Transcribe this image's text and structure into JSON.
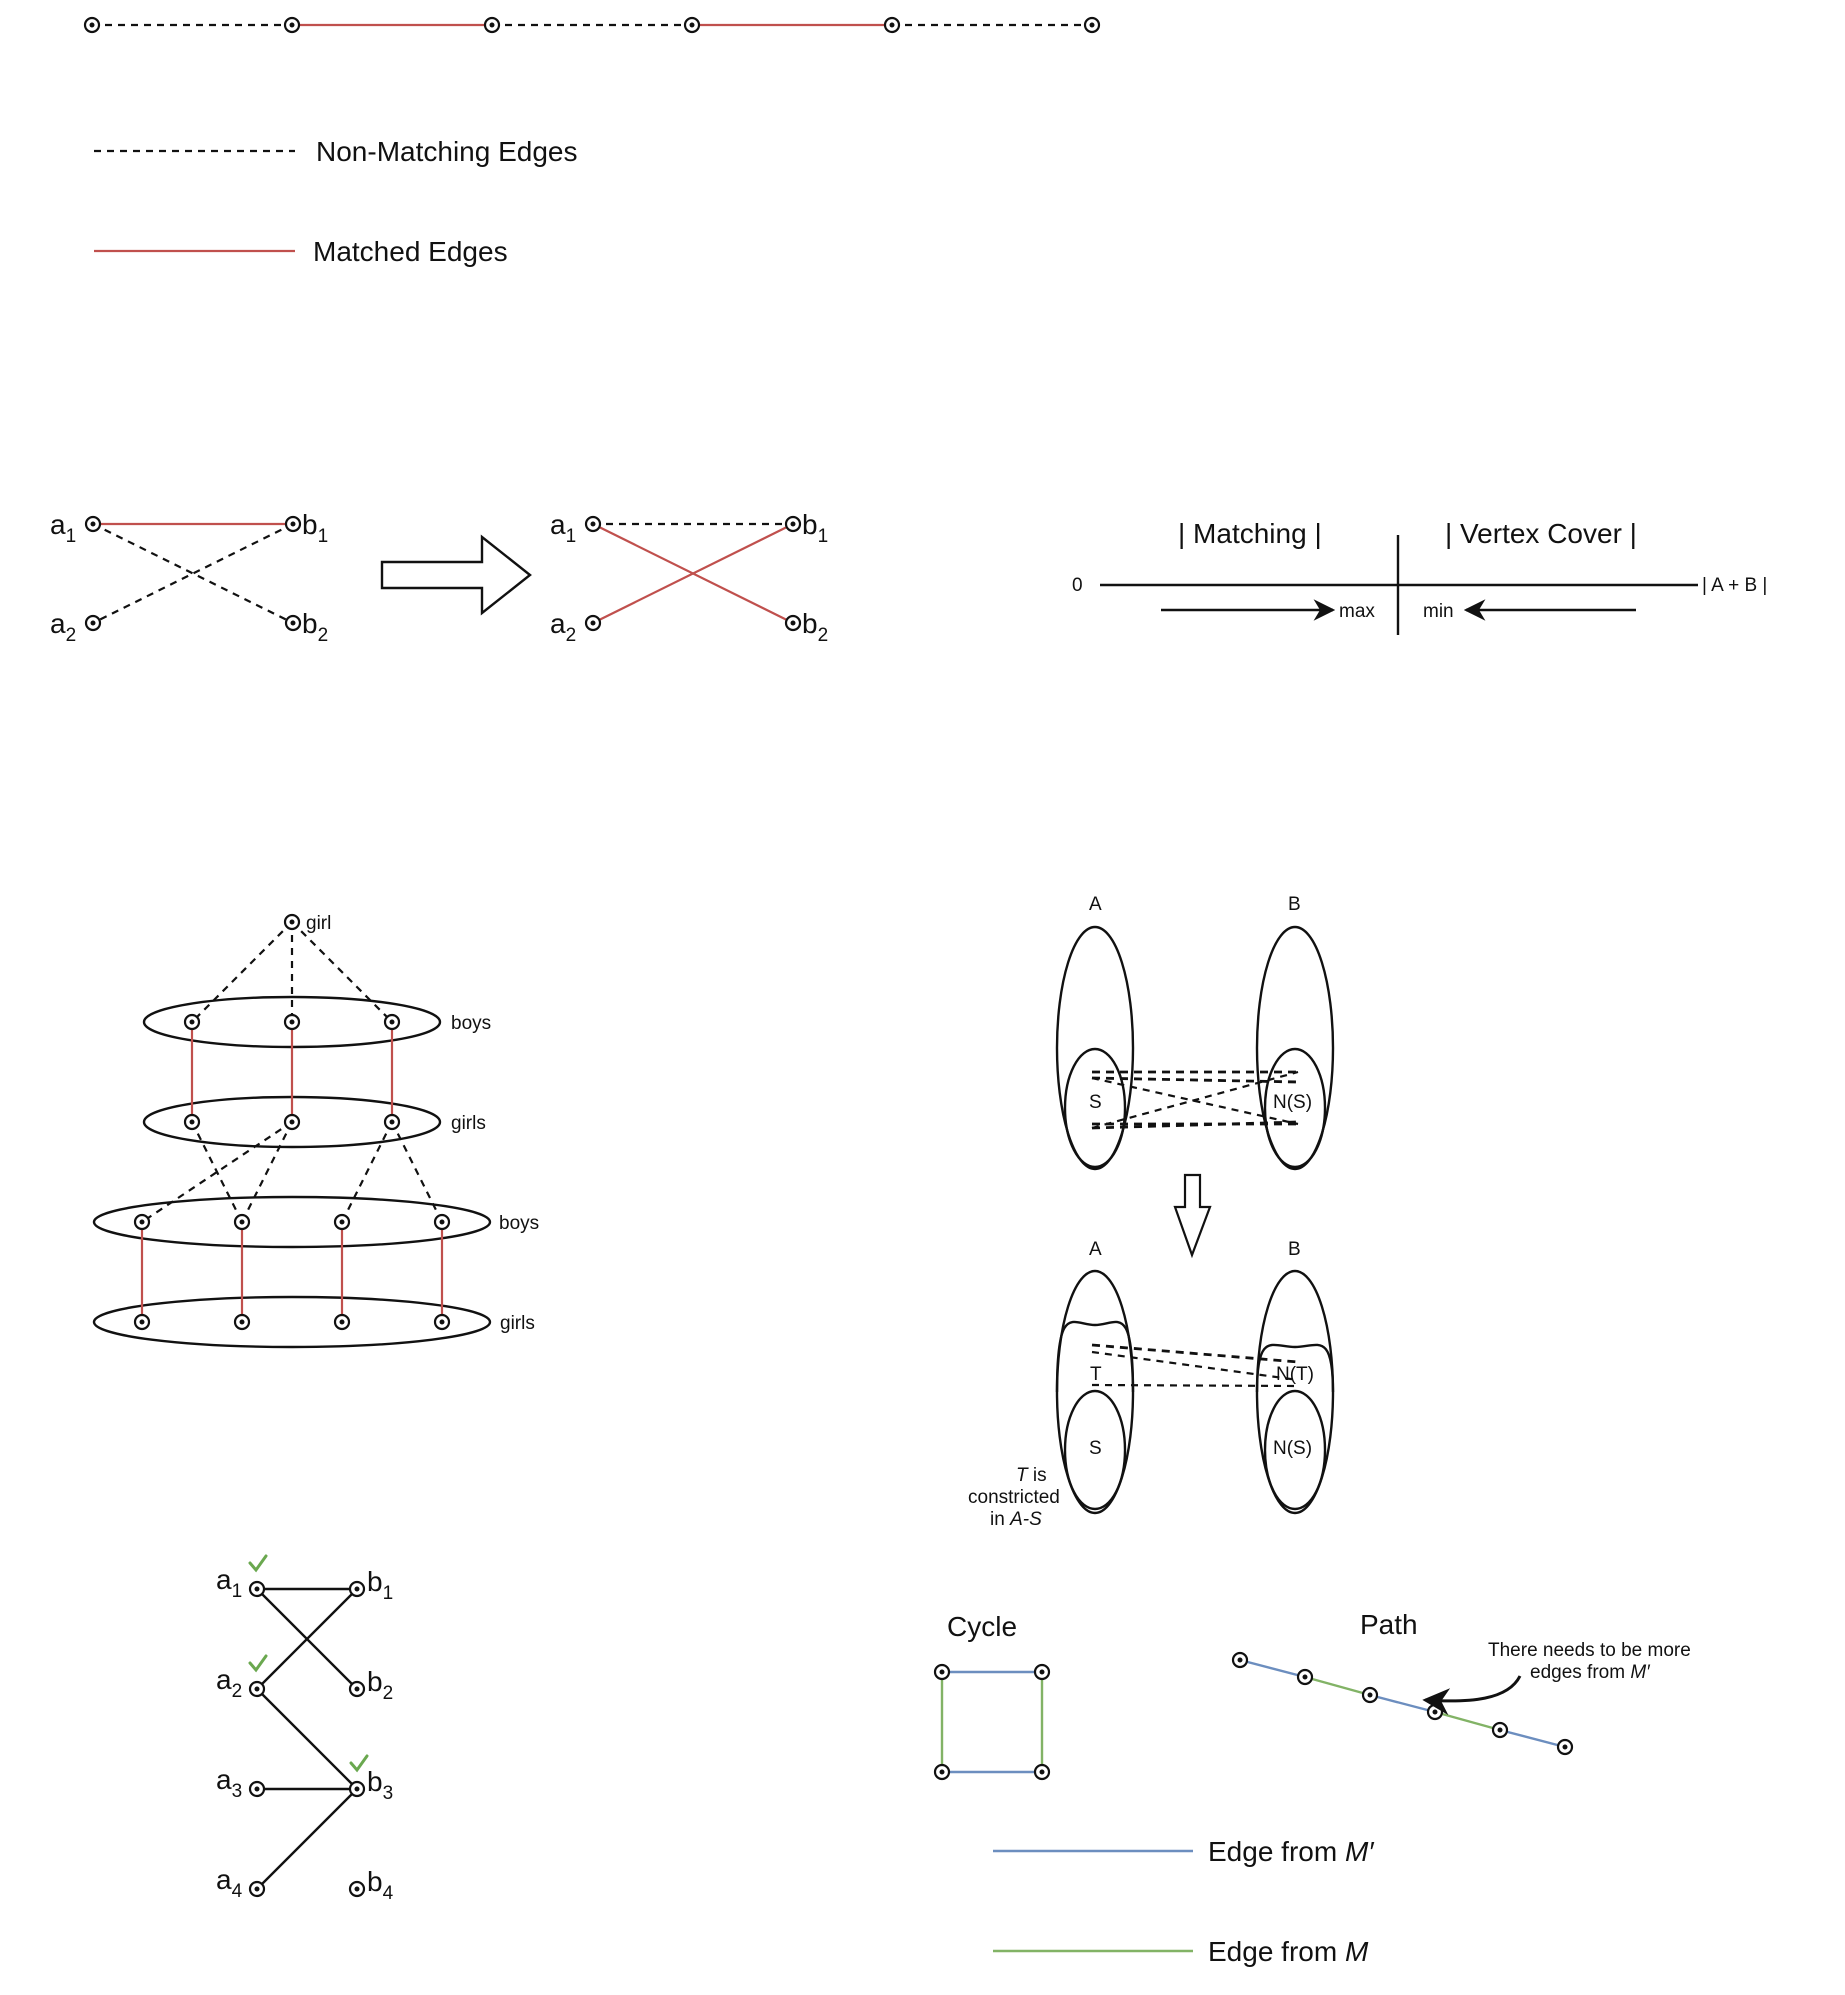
{
  "legend_top": {
    "non_matching": "Non-Matching Edges",
    "matched": "Matched Edges"
  },
  "swap": {
    "left": {
      "a1": "a",
      "a1_sub": "1",
      "a2": "a",
      "a2_sub": "2",
      "b1": "b",
      "b1_sub": "1",
      "b2": "b",
      "b2_sub": "2"
    },
    "right": {
      "a1": "a",
      "a1_sub": "1",
      "a2": "a",
      "a2_sub": "2",
      "b1": "b",
      "b1_sub": "1",
      "b2": "b",
      "b2_sub": "2"
    }
  },
  "duality": {
    "matching": "| Matching |",
    "vertex_cover": "| Vertex Cover |",
    "zero": "0",
    "end": "| A + B |",
    "max": "max",
    "min": "min"
  },
  "tree": {
    "girl": "girl",
    "boys1": "boys",
    "girls1": "girls",
    "boys2": "boys",
    "girls2": "girls"
  },
  "hall": {
    "A_top": "A",
    "B_top": "B",
    "S_top": "S",
    "NS_top": "N(S)",
    "A_bot": "A",
    "B_bot": "B",
    "T": "T",
    "NT": "N(T)",
    "S_bot": "S",
    "NS_bot": "N(S)",
    "note_T": "T",
    "note_is": " is",
    "note_line2": "constricted",
    "note_in": "in ",
    "note_AS": "A-S"
  },
  "bip": {
    "a": "a",
    "b": "b",
    "subs": [
      "1",
      "2",
      "3",
      "4"
    ]
  },
  "cycle_path": {
    "cycle": "Cycle",
    "path": "Path",
    "note_line1": "There needs to be more",
    "note_line2_pre": "edges from ",
    "note_line2_em": "M′"
  },
  "legend_bottom": {
    "edge_prefix_1": "Edge from ",
    "m_prime": "M′",
    "edge_prefix_2": "Edge from ",
    "m": "M"
  },
  "colors": {
    "matched": "#c0504d",
    "m_prime": "#6c8ebf",
    "m": "#82b366",
    "check": "#6aa84f"
  }
}
